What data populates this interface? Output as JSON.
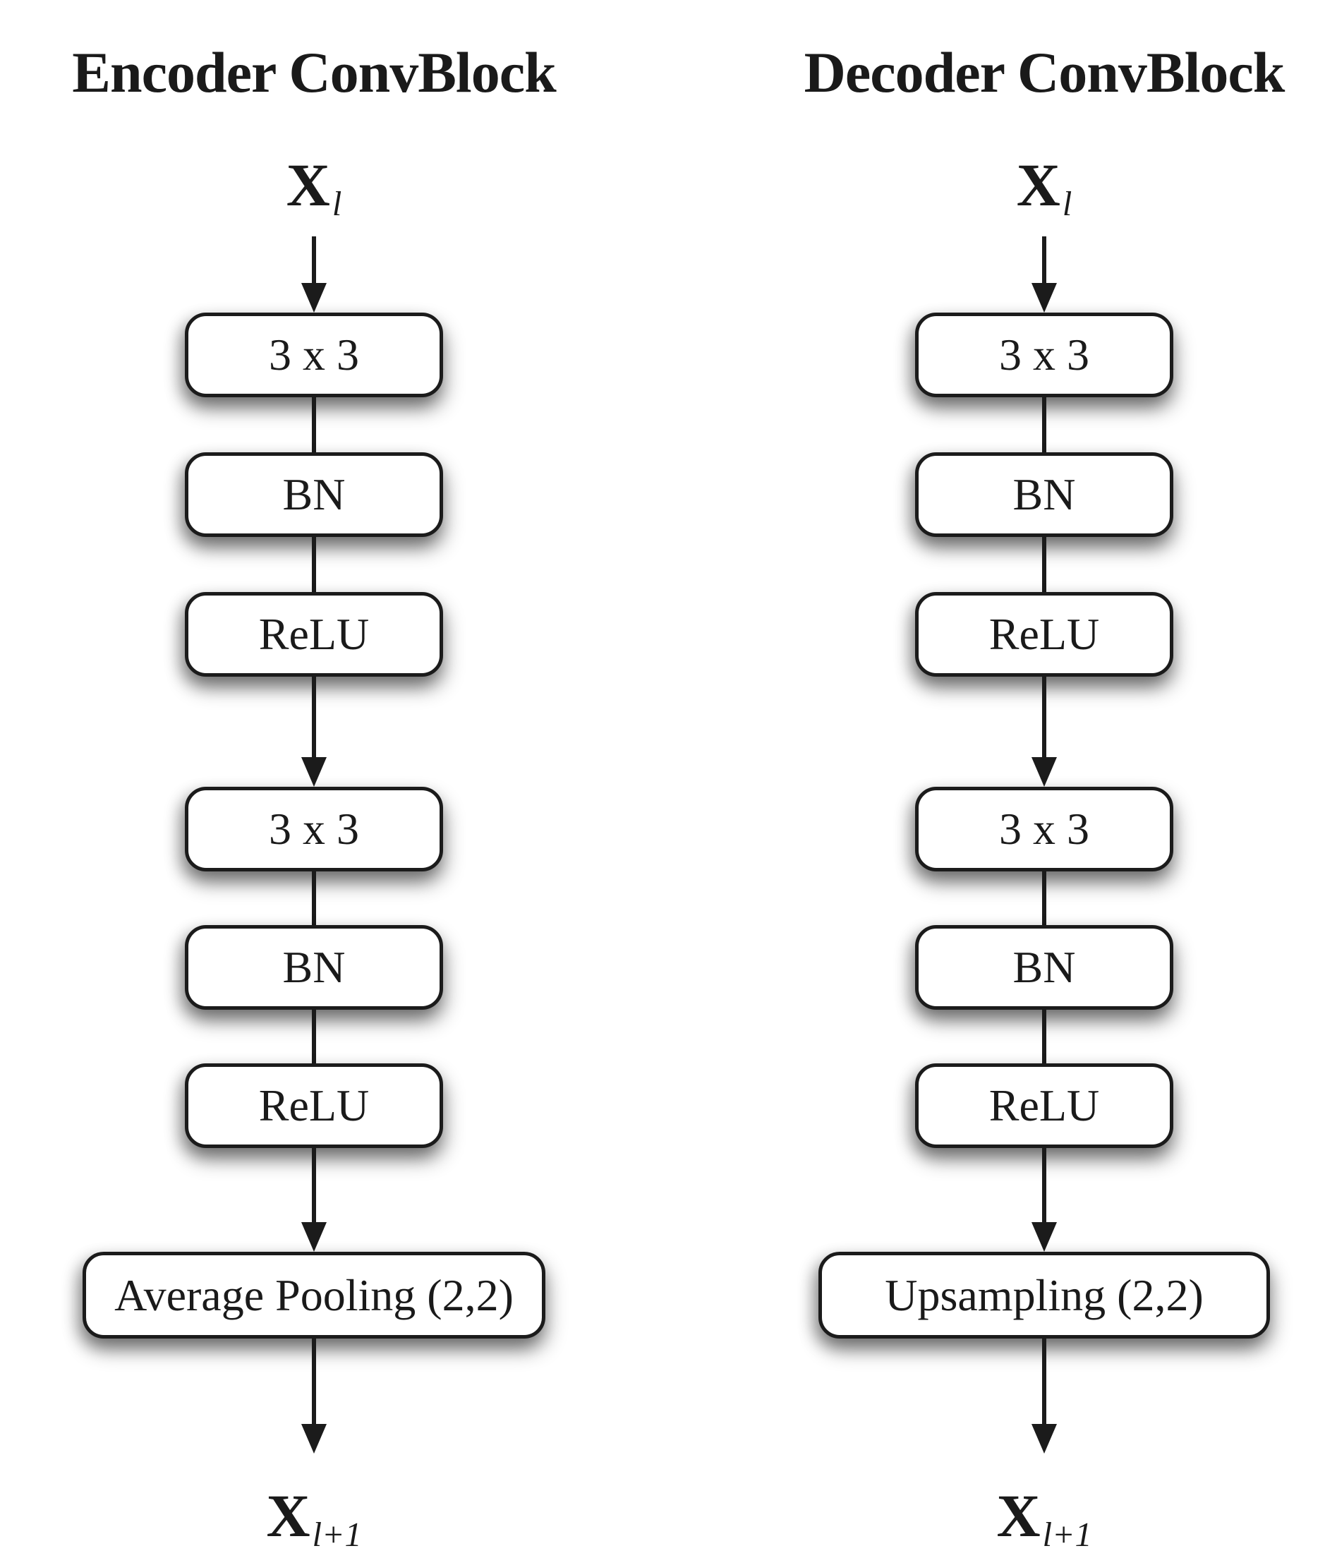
{
  "colors": {
    "stroke": "#1b1b1b",
    "fill": "#ffffff",
    "text": "#1a1a1a",
    "background": "#ffffff"
  },
  "columns": [
    {
      "title": "Encoder ConvBlock",
      "input_label": {
        "base": "X",
        "sub": "l"
      },
      "blocks": [
        "3 x 3",
        "BN",
        "ReLU",
        "3 x 3",
        "BN",
        "ReLU"
      ],
      "final_block": "Average Pooling (2,2)",
      "output_label": {
        "base": "X",
        "sub": "l+1"
      }
    },
    {
      "title": "Decoder ConvBlock",
      "input_label": {
        "base": "X",
        "sub": "l"
      },
      "blocks": [
        "3 x 3",
        "BN",
        "ReLU",
        "3 x 3",
        "BN",
        "ReLU"
      ],
      "final_block": "Upsampling (2,2)",
      "output_label": {
        "base": "X",
        "sub": "l+1"
      }
    }
  ]
}
